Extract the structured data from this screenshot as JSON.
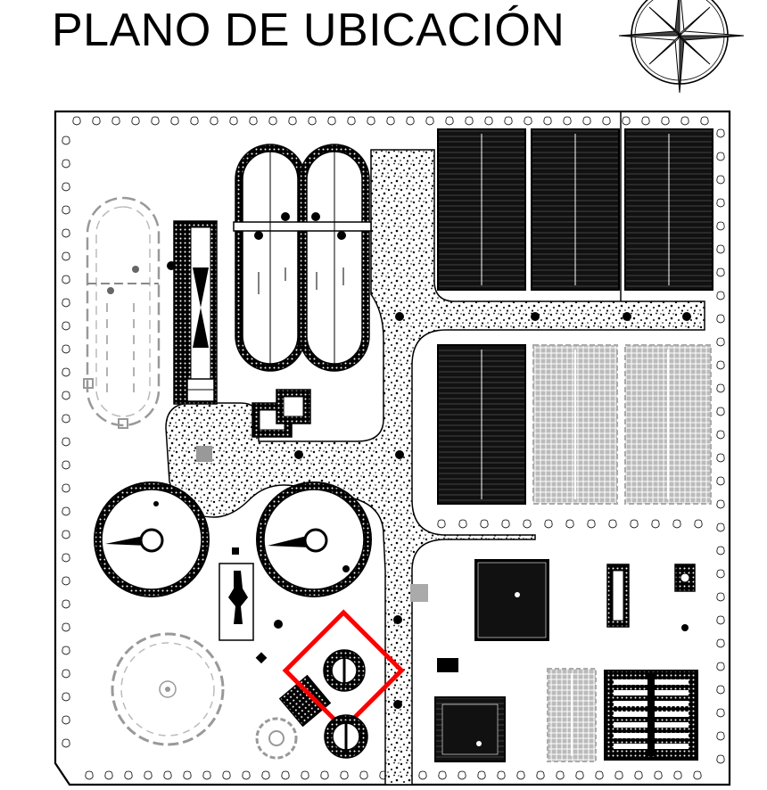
{
  "title": "PLANO DE UBICACIÓN",
  "compass": {
    "icon": "compass-rose-icon"
  },
  "plan": {
    "highlight_color": "#ff0000",
    "features": [
      {
        "name": "top-left-tank-icon",
        "shape": "oval basin"
      },
      {
        "name": "twin-reactor-icon",
        "shape": "double oval"
      },
      {
        "name": "channel-icon",
        "shape": "narrow channel"
      },
      {
        "name": "clarifier-icon",
        "shape": "circular"
      },
      {
        "name": "drying-bed-icon",
        "shape": "rectangular"
      },
      {
        "name": "gravel-path-icon",
        "shape": "path"
      },
      {
        "name": "highlighted-digester-icon",
        "shape": "circular"
      }
    ]
  }
}
